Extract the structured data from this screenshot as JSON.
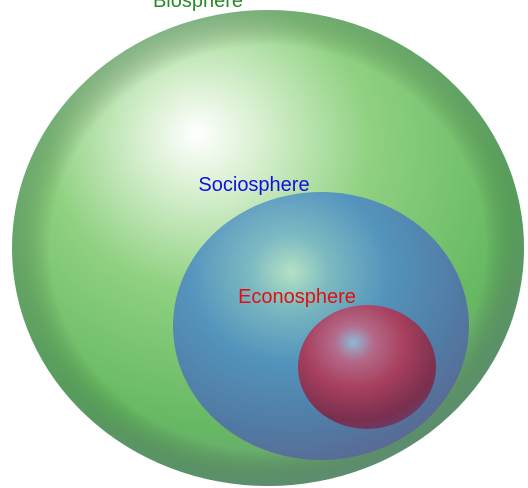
{
  "diagram": {
    "layers": [
      {
        "id": "biosphere",
        "label": "Biosphere",
        "color": "#2a8a2a"
      },
      {
        "id": "sociosphere",
        "label": "Sociosphere",
        "color": "#1010e0"
      },
      {
        "id": "econosphere",
        "label": "Econosphere",
        "color": "#e01010"
      }
    ]
  }
}
